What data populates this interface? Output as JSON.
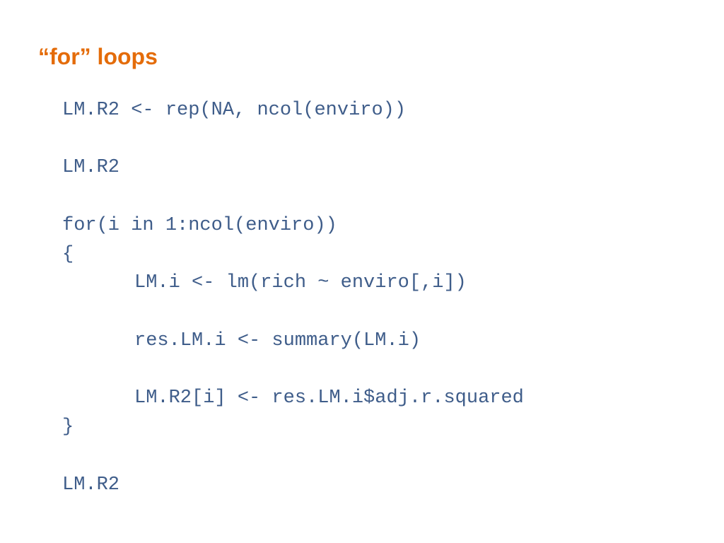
{
  "slide": {
    "title": "“for” loops",
    "title_color": "#E46C0A",
    "code_color": "#3F5D8A",
    "code": {
      "line_1": "LM.R2 <- rep(NA, ncol(enviro))",
      "line_2": "LM.R2",
      "line_3": "for(i in 1:ncol(enviro))",
      "line_4": "{",
      "line_5": "LM.i <- lm(rich ~ enviro[,i])",
      "line_6": "res.LM.i <- summary(LM.i)",
      "line_7": "LM.R2[i] <- res.LM.i$adj.r.squared",
      "line_8": "}",
      "line_9": "LM.R2"
    }
  }
}
